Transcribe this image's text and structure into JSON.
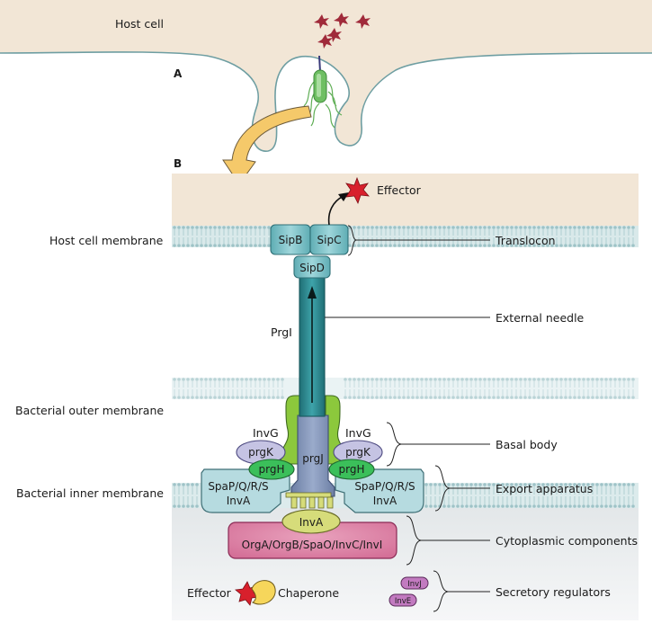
{
  "panel_a": {
    "letter": "A",
    "host_cell_label": "Host cell"
  },
  "panel_b": {
    "letter": "B",
    "left_labels": {
      "host_membrane": "Host cell membrane",
      "outer_membrane": "Bacterial outer membrane",
      "inner_membrane": "Bacterial inner membrane"
    },
    "right_labels": {
      "translocon": "Translocon",
      "external_needle": "External needle",
      "basal_body": "Basal body",
      "export_apparatus": "Export apparatus",
      "cytoplasmic_components": "Cytoplasmic components",
      "secretory_regulators": "Secretory regulators"
    },
    "components": {
      "effector_top": "Effector",
      "sipb": "SipB",
      "sipc": "SipC",
      "sipd": "SipD",
      "prgi": "PrgI",
      "invg_left": "InvG",
      "invg_right": "InvG",
      "prgk_left": "prgK",
      "prgk_right": "prgK",
      "prgh_left": "prgH",
      "prgh_right": "prgH",
      "prgj": "prgJ",
      "spa_left": "SpaP/Q/R/S",
      "inva_left": "InvA",
      "spa_right": "SpaP/Q/R/S",
      "inva_right": "InvA",
      "inva_center": "InvA",
      "cytoplasmic_box": "OrgA/OrgB/SpaO/InvC/InvI",
      "effector_bottom": "Effector",
      "chaperone": "Chaperone",
      "invj": "InvJ",
      "inve": "InvE"
    }
  },
  "colors": {
    "host_cell_fill": "#f2e6d6",
    "host_cell_outline": "#6e9ea2",
    "membrane_lipid": "#a9c8cc",
    "needle_teal": "#2f8b92",
    "translocon_teal": "#86c6cc",
    "basal_green": "#8cc83c",
    "prgk_lavender": "#c5c3e3",
    "prgh_green": "#3bbf5a",
    "prgj_slate": "#7d8fb3",
    "export_blue": "#b6dbe0",
    "inva_yellow": "#d6dc7a",
    "cytoplasmic_pink": "#d97ea2",
    "regulator_purple": "#c27ac0",
    "effector_red": "#d8202c",
    "chaperone_yellow": "#f6d65b",
    "arrow_yellow": "#f5c96a",
    "bacterium_green": "#5fae55"
  }
}
